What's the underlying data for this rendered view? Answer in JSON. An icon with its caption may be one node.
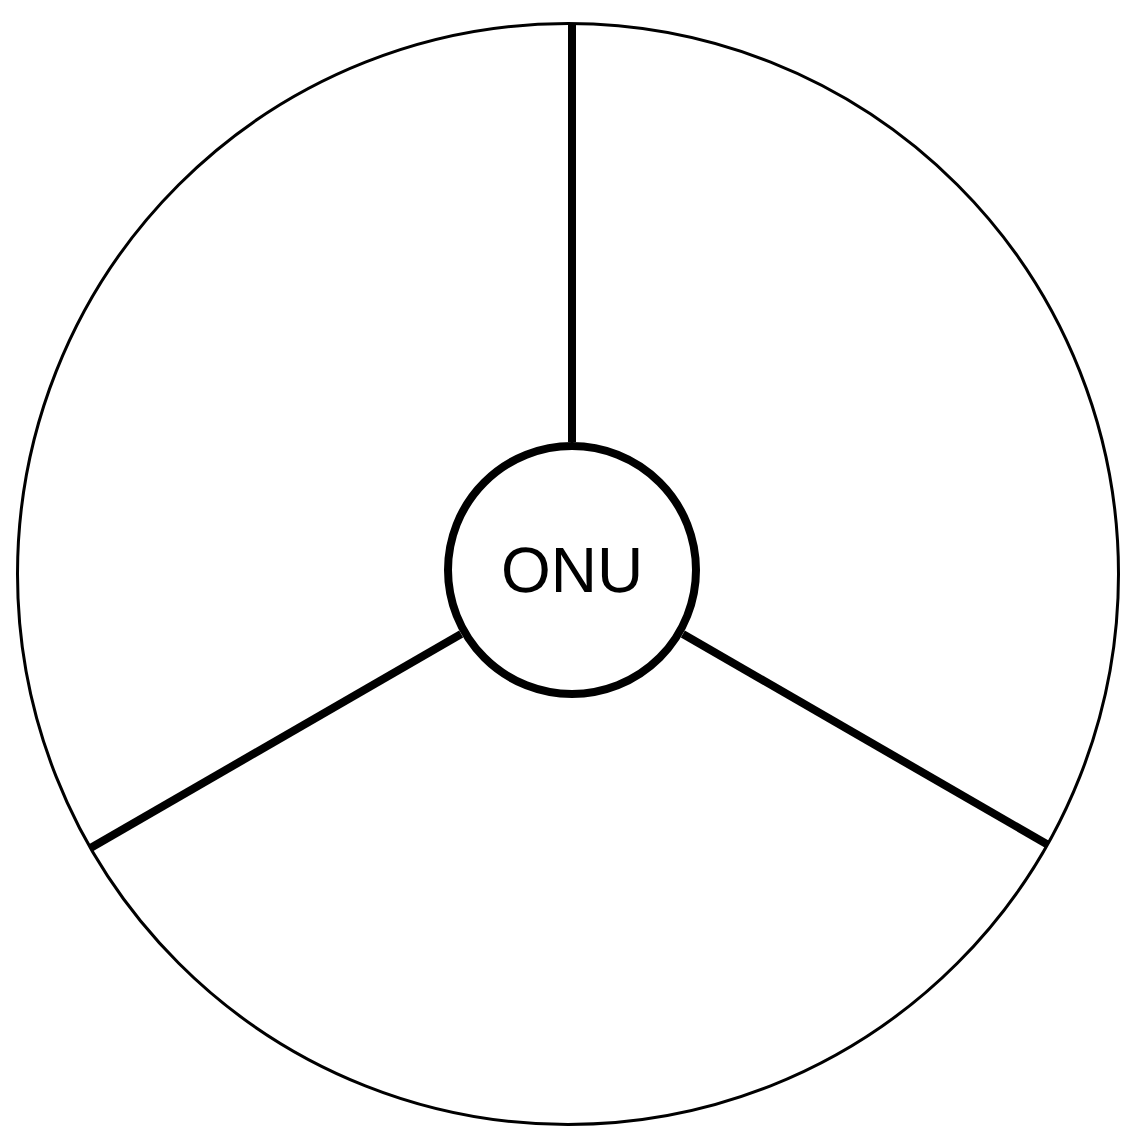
{
  "diagram": {
    "nodes": [
      {
        "text": [],
        "shape": "circle"
      },
      {
        "text": [
          "ONU"
        ],
        "in": 0
      }
    ],
    "edges": [
      {
        "from": 1,
        "to": 0,
        "arrow": "none"
      },
      {
        "from": 1,
        "to": 0,
        "arrow": "none"
      },
      {
        "from": 1,
        "to": 0,
        "arrow": "none"
      }
    ]
  }
}
